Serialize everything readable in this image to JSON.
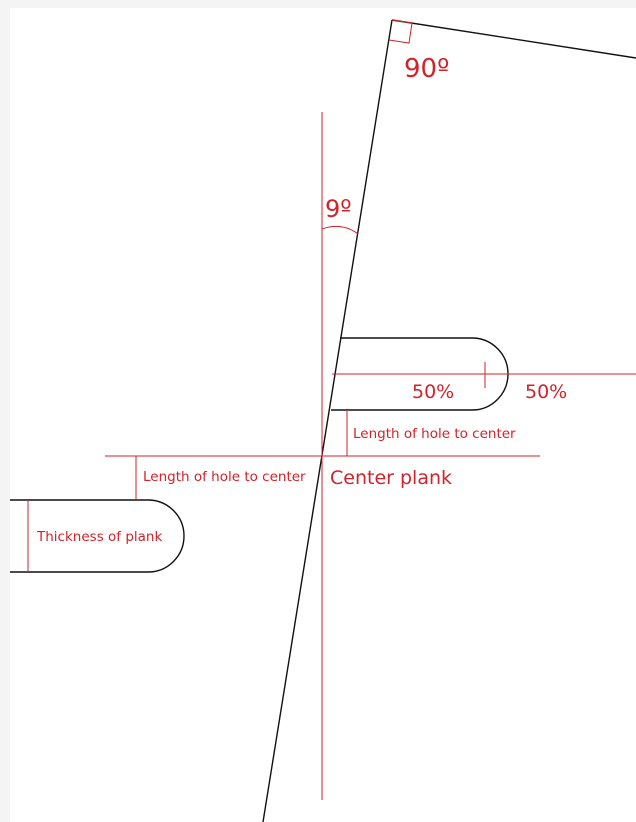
{
  "colors": {
    "accent": "#d2232a",
    "line": "#111111"
  },
  "labels": {
    "right_angle": "90º",
    "tilt_angle": "9º",
    "half_left": "50%",
    "half_right": "50%",
    "hole_to_center_upper": "Length of hole to center",
    "hole_to_center_lower": "Length of hole to center",
    "center_plank": "Center plank",
    "thickness": "Thickness of plank"
  }
}
